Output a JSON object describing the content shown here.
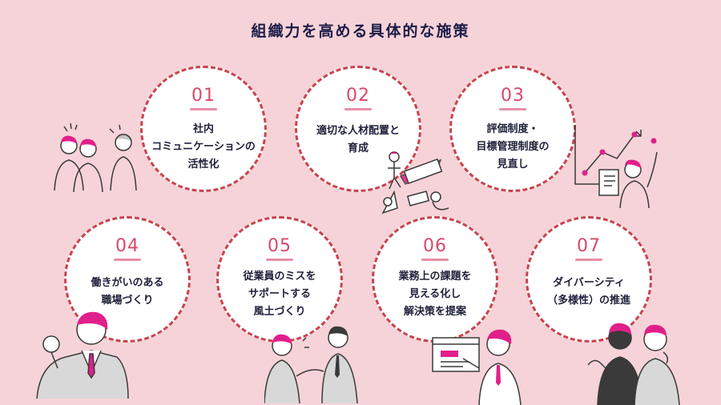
{
  "title": "組織力を高める具体的な施策",
  "items": [
    {
      "num": "01",
      "label": "社内\nコミュニケーションの\n活性化"
    },
    {
      "num": "02",
      "label": "適切な人材配置と\n育成"
    },
    {
      "num": "03",
      "label": "評価制度・\n目標管理制度の\n見直し"
    },
    {
      "num": "04",
      "label": "働きがいのある\n職場づくり"
    },
    {
      "num": "05",
      "label": "従業員のミスを\nサポートする\n風土づくり"
    },
    {
      "num": "06",
      "label": "業務上の課題を\n見える化し\n解決策を提案"
    },
    {
      "num": "07",
      "label": "ダイバーシティ\n（多様性）の推進"
    }
  ],
  "colors": {
    "background": "#f6d3d8",
    "accent": "#d9486b",
    "border": "#c8434f",
    "hair": "#e0208a"
  }
}
